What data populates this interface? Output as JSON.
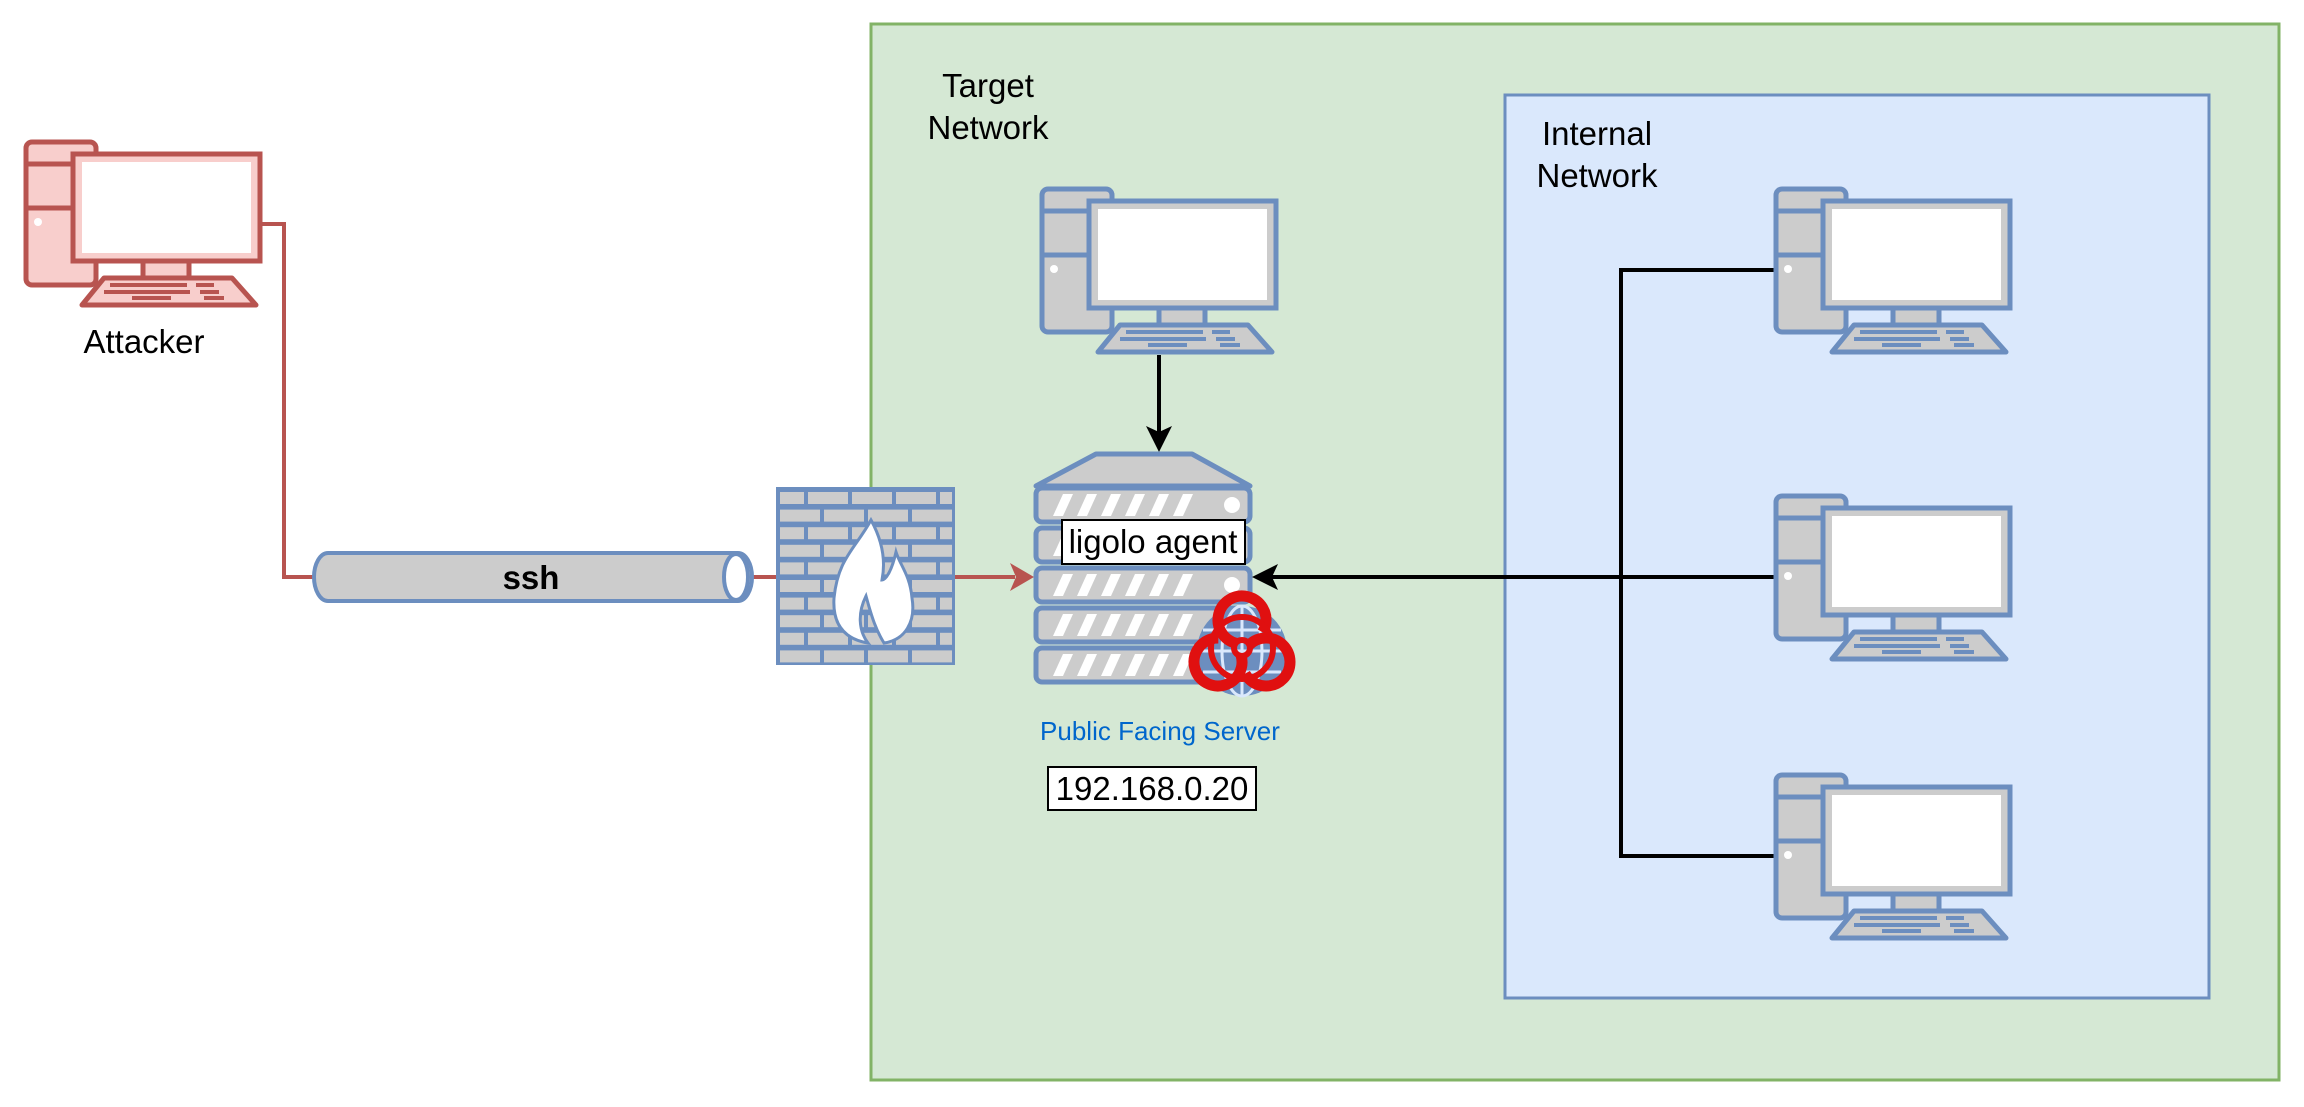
{
  "diagram": {
    "attacker": {
      "label": "Attacker"
    },
    "tunnel": {
      "label": "ssh"
    },
    "target_network": {
      "label_line1": "Target",
      "label_line2": "Network"
    },
    "internal_network": {
      "label_line1": "Internal",
      "label_line2": "Network"
    },
    "server": {
      "label": "Public Facing Server",
      "agent_label": "ligolo agent",
      "ip": "192.168.0.20"
    },
    "icons": {
      "attacker": "desktop-computer-icon",
      "firewall": "firewall-icon",
      "server": "server-rack-icon",
      "malware": "biohazard-icon",
      "globe": "globe-icon",
      "target_host": "desktop-computer-icon",
      "internal_hosts": [
        "desktop-computer-icon",
        "desktop-computer-icon",
        "desktop-computer-icon"
      ]
    },
    "colors": {
      "attacker": "#b85450",
      "attacker_fill": "#f8cecc",
      "device_stroke": "#6c8ebf",
      "device_fill": "#cccccc",
      "target_network_fill": "#d5e8d4",
      "target_network_stroke": "#82b366",
      "internal_network_fill": "#dae8fc",
      "internal_network_stroke": "#6c8ebf",
      "server_label": "#0066cc",
      "biohazard": "#e01010"
    }
  }
}
